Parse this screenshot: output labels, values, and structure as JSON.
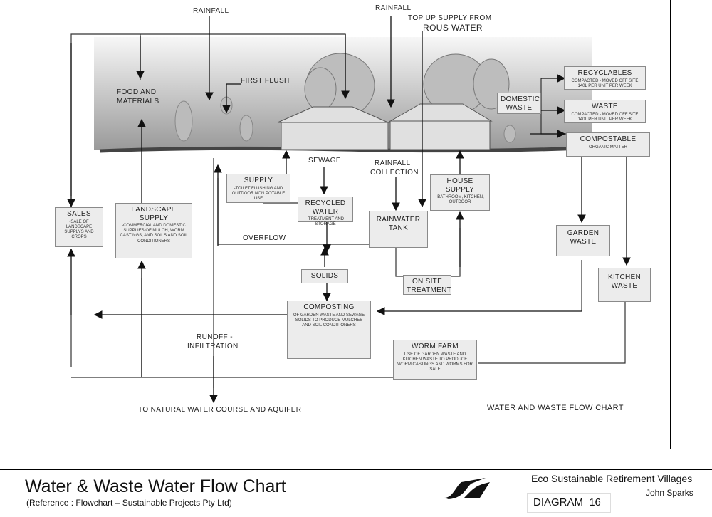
{
  "top_labels": {
    "rainfall_left": "RAINFALL",
    "rainfall_right": "RAINFALL",
    "top_up_line1": "TOP UP SUPPLY FROM",
    "top_up_line2": "ROUS WATER"
  },
  "scene_labels": {
    "first_flush": "FIRST FLUSH",
    "food_materials_1": "FOOD AND",
    "food_materials_2": "MATERIALS",
    "sewage": "SEWAGE",
    "rainfall_collection_1": "RAINFALL",
    "rainfall_collection_2": "COLLECTION",
    "overflow": "OVERFLOW",
    "runoff_1": "RUNOFF -",
    "runoff_2": "INFILTRATION",
    "natural_water": "TO NATURAL WATER COURSE AND AQUIFER",
    "chart_caption": "WATER AND WASTE FLOW CHART"
  },
  "boxes": {
    "recyclables": {
      "title": "RECYCLABLES",
      "sub": "COMPACTED - MOVED OFF SITE 140L PER UNIT PER WEEK"
    },
    "waste": {
      "title": "WASTE",
      "sub": "COMPACTED - MOVED OFF SITE 140L PER UNIT PER WEEK"
    },
    "domestic_waste": {
      "title": "DOMESTIC WASTE"
    },
    "compostable": {
      "title": "COMPOSTABLE",
      "sub": "ORGANIC MATTER"
    },
    "supply": {
      "title": "SUPPLY",
      "sub": "-TOILET FLUSHING AND OUTDOOR NON POTABLE USE"
    },
    "house_supply": {
      "title": "HOUSE SUPPLY",
      "sub": "-BATHROOM, KITCHEN, OUTDOOR"
    },
    "recycled_water": {
      "title": "RECYCLED WATER",
      "sub": "-TREATMENT AND STORAGE"
    },
    "rainwater_tank": {
      "title": "RAINWATER TANK"
    },
    "sales": {
      "title": "SALES",
      "sub": "-SALE OF LANDSCAPE SUPPLYS AND CROPS"
    },
    "landscape_supply": {
      "title": "LANDSCAPE SUPPLY",
      "sub": "-COMMERCIAL AND DOMESTIC SUPPLIES OF MULCH, WORM CASTINGS, AND SOILS AND SOIL CONDITIONERS"
    },
    "garden_waste": {
      "title": "GARDEN WASTE"
    },
    "kitchen_waste": {
      "title": "KITCHEN WASTE"
    },
    "solids": {
      "title": "SOLIDS"
    },
    "on_site_treatment": {
      "title": "ON SITE TREATMENT"
    },
    "composting": {
      "title": "COMPOSTING",
      "sub": "OF GARDEN WASTE AND SEWAGE SOLIDS TO PRODUCE MULCHES AND SOIL CONDITIONERS"
    },
    "worm_farm": {
      "title": "WORM FARM",
      "sub": "USE OF GARDEN WASTE AND KITCHEN WASTE TO PRODUCE WORM CASTINGS AND WORMS FOR SALE"
    }
  },
  "footer": {
    "title": "Water & Waste Water Flow Chart",
    "reference": "(Reference : Flowchart – Sustainable Projects Pty Ltd)",
    "organisation": "Eco Sustainable Retirement Villages",
    "author": "John Sparks",
    "diagram_label": "DIAGRAM",
    "diagram_number": "16"
  }
}
